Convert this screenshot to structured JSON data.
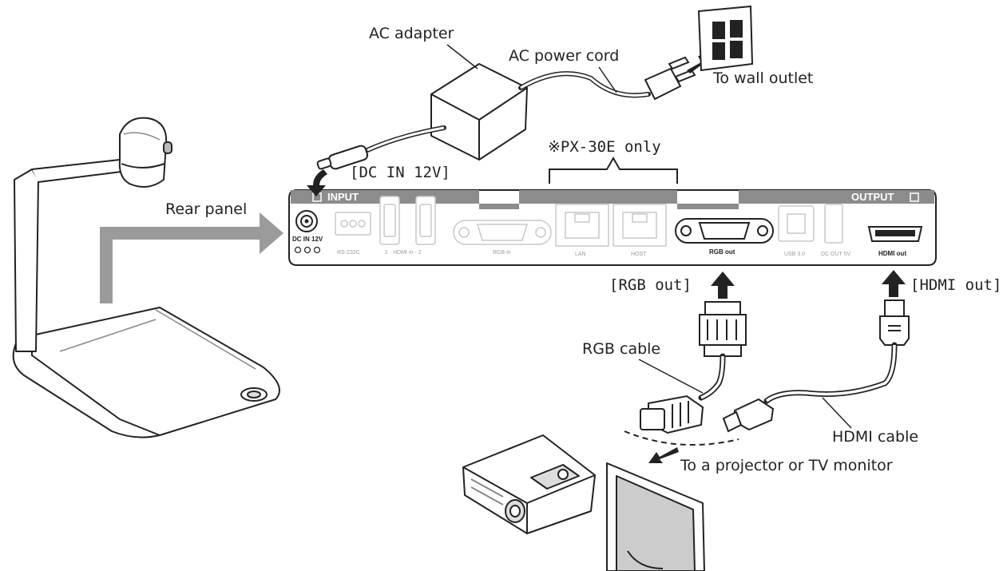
{
  "labels": {
    "ac_adapter": "AC adapter",
    "ac_power_cord": "AC power cord",
    "to_wall_outlet": "To wall outlet",
    "px30e_only": "※PX-30E only",
    "dc_in": "[DC IN 12V]",
    "rear_panel": "Rear panel",
    "rgb_out": "[RGB out]",
    "hdmi_out": "[HDMI out]",
    "rgb_cable": "RGB cable",
    "hdmi_cable": "HDMI cable",
    "to_projector": "To a projector or TV monitor"
  },
  "panel": {
    "input": "INPUT",
    "output": "OUTPUT",
    "dc_in_small": "DC IN 12V",
    "rs232c": "RS-232C",
    "hdmi_in": "1 · HDMI in · 2",
    "rgb_in": "RGB in",
    "lan": "LAN",
    "host": "HOST",
    "rgb_out": "RGB out",
    "usb": "USB 3.0",
    "dc_out": "DC OUT 5V",
    "hdmi_out": "HDMI out"
  },
  "colors": {
    "panel_band": "#8c8c8c",
    "arrow_gray": "#9b9b9b",
    "line": "#222222",
    "light_port": "#c8c8c8"
  }
}
